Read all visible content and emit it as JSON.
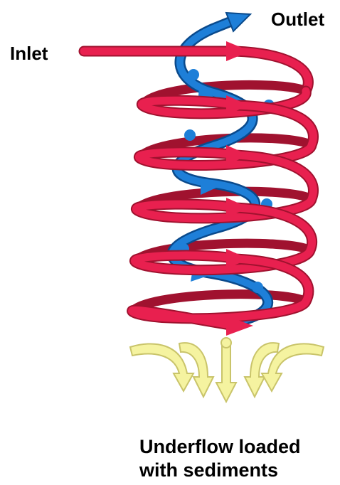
{
  "labels": {
    "inlet": "Inlet",
    "outlet": "Outlet",
    "underflow_line1": "Underflow loaded",
    "underflow_line2": "with sediments"
  },
  "colors": {
    "outer_vortex": "#e8204f",
    "outer_vortex_dark": "#a0122f",
    "inner_vortex": "#1e7fd8",
    "inner_vortex_dark": "#0a4a8c",
    "underflow": "#f5f3a0",
    "underflow_dark": "#c9c46a"
  }
}
